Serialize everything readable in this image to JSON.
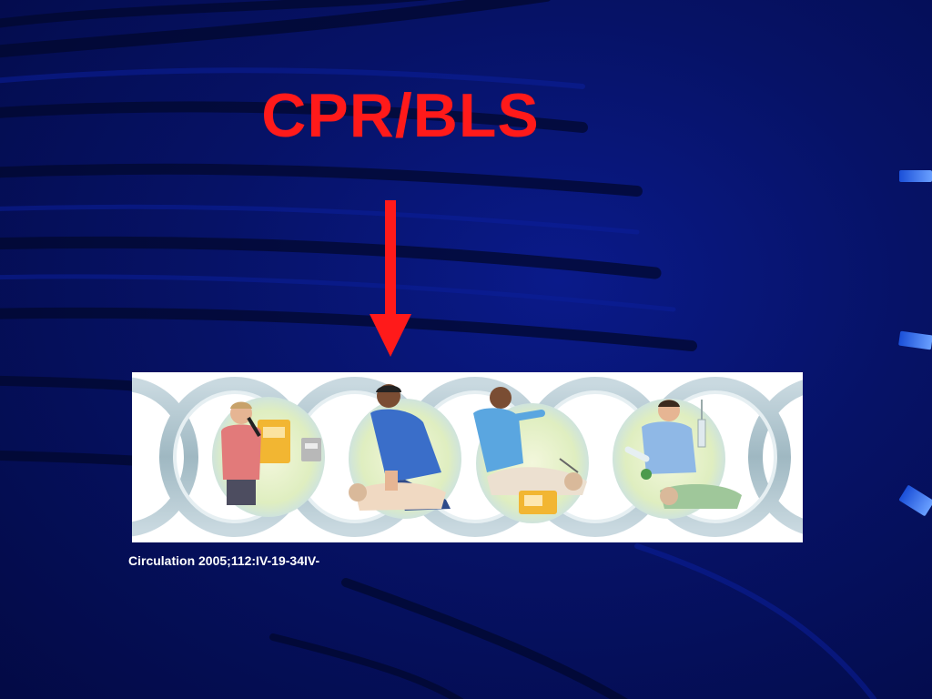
{
  "slide": {
    "title": "CPR/BLS",
    "citation": "Circulation 2005;112:IV-19-34IV-",
    "colors": {
      "background": "#061266",
      "title": "#ff1a1a",
      "arrow": "#ff1a1a",
      "citation": "#ffffff"
    },
    "illustration": {
      "icon": "chain-of-survival-illustration",
      "panels": [
        "call-for-help-icon",
        "chest-compressions-icon",
        "defibrillation-icon",
        "advanced-care-icon"
      ]
    }
  }
}
